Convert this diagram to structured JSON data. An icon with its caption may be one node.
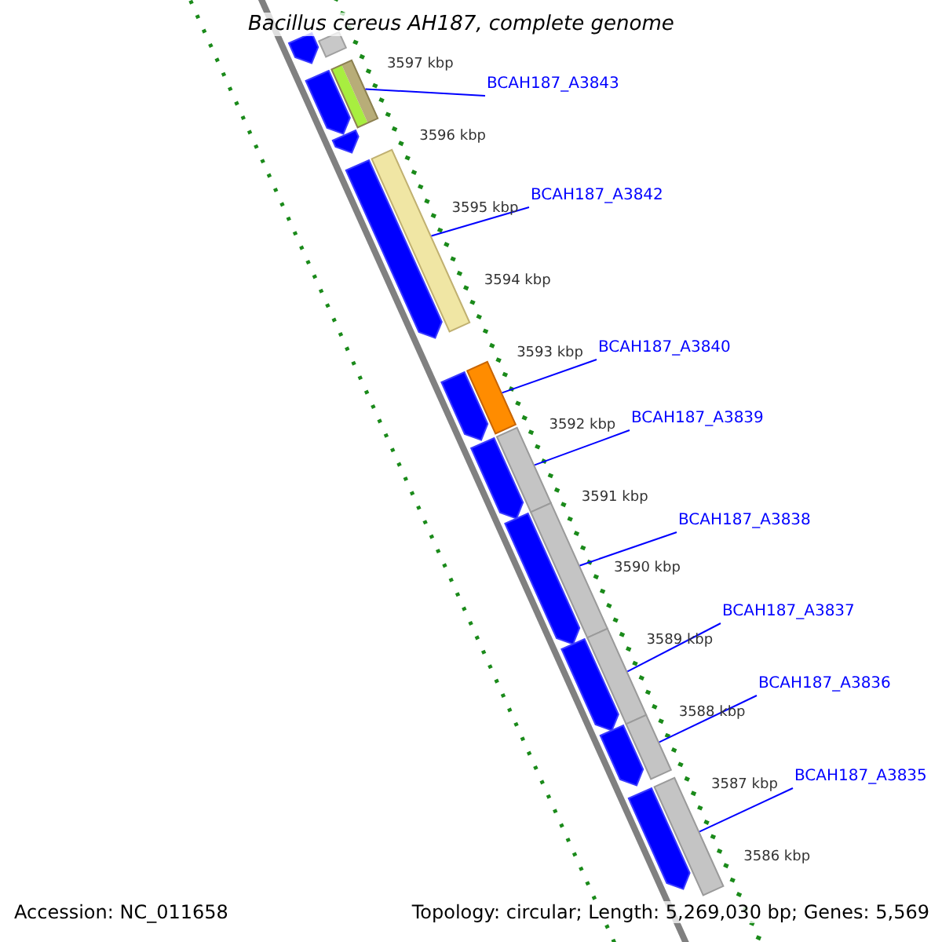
{
  "diagram": {
    "title": "Bacillus cereus AH187, complete genome",
    "nodes": [
      {
        "text": [
          "BCAH187_A3843"
        ]
      },
      {
        "text": [
          "BCAH187_A3842"
        ]
      },
      {
        "text": [
          "BCAH187_A3840"
        ]
      },
      {
        "text": [
          "BCAH187_A3839"
        ]
      },
      {
        "text": [
          "BCAH187_A3838"
        ]
      },
      {
        "text": [
          "BCAH187_A3837"
        ]
      },
      {
        "text": [
          "BCAH187_A3836"
        ]
      },
      {
        "text": [
          "BCAH187_A3835"
        ]
      },
      {
        "text": [],
        "shape": "bar"
      },
      {
        "text": [],
        "shape": "bar"
      },
      {
        "text": [],
        "shape": "bar"
      },
      {
        "text": [],
        "shape": "bar"
      },
      {
        "text": [],
        "shape": "bar"
      },
      {
        "text": [],
        "shape": "bar"
      },
      {
        "text": [],
        "shape": "bar"
      },
      {
        "text": [],
        "shape": "bar"
      },
      {
        "text": [],
        "shape": "bar"
      },
      {
        "text": [],
        "shape": "bar"
      },
      {
        "text": [],
        "shape": "bar"
      },
      {
        "text": [],
        "shape": "bar"
      },
      {
        "text": [],
        "shape": "bar"
      },
      {
        "text": [],
        "shape": "bar"
      },
      {
        "text": [],
        "shape": "bar"
      },
      {
        "text": [],
        "shape": "bar"
      },
      {
        "text": [],
        "shape": "bar"
      },
      {
        "text": [],
        "shape": "bar"
      },
      {
        "text": [],
        "shape": "bar"
      }
    ],
    "edges": [
      {
        "from": 0,
        "to": 8,
        "arrow": "none"
      },
      {
        "from": 1,
        "to": 9,
        "arrow": "none"
      },
      {
        "from": 2,
        "to": 10,
        "arrow": "none"
      },
      {
        "from": 3,
        "to": 11,
        "arrow": "none"
      },
      {
        "from": 4,
        "to": 12,
        "arrow": "none"
      },
      {
        "from": 5,
        "to": 13,
        "arrow": "none"
      },
      {
        "from": 6,
        "to": 14,
        "arrow": "none"
      },
      {
        "from": 7,
        "to": 15,
        "arrow": "none"
      }
    ],
    "labels": [
      "3597 kbp",
      "3596 kbp",
      "3595 kbp",
      "3594 kbp",
      "3593 kbp",
      "3592 kbp",
      "3591 kbp",
      "3590 kbp",
      "3589 kbp",
      "3588 kbp",
      "3587 kbp",
      "3586 kbp",
      "Accession: NC_011658",
      "Topology: circular; Length: 5,269,030 bp; Genes: 5,569"
    ]
  }
}
